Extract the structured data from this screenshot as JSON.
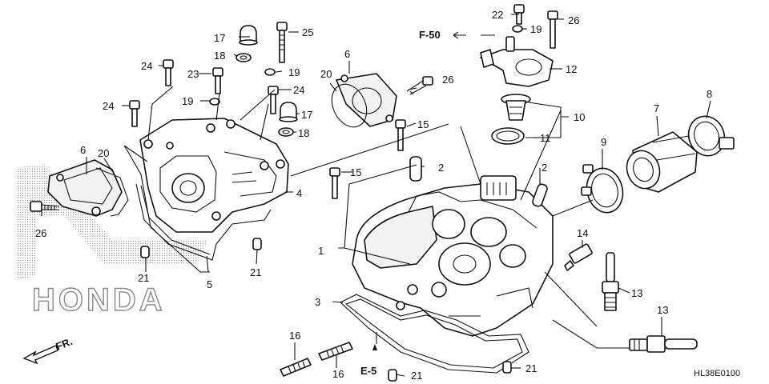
{
  "diagram": {
    "refs": {
      "f50": "F-50",
      "e5": "E-5",
      "front": "FR."
    },
    "drawing_code": "HL38E0100",
    "brand_watermark": "HONDA",
    "callouts": [
      {
        "id": "c1",
        "text": "1"
      },
      {
        "id": "c2a",
        "text": "2"
      },
      {
        "id": "c2b",
        "text": "2"
      },
      {
        "id": "c3",
        "text": "3"
      },
      {
        "id": "c4",
        "text": "4"
      },
      {
        "id": "c5",
        "text": "5"
      },
      {
        "id": "c6a",
        "text": "6"
      },
      {
        "id": "c6b",
        "text": "6"
      },
      {
        "id": "c7",
        "text": "7"
      },
      {
        "id": "c8",
        "text": "8"
      },
      {
        "id": "c9",
        "text": "9"
      },
      {
        "id": "c10",
        "text": "10"
      },
      {
        "id": "c11",
        "text": "11"
      },
      {
        "id": "c12",
        "text": "12"
      },
      {
        "id": "c13a",
        "text": "13"
      },
      {
        "id": "c13b",
        "text": "13"
      },
      {
        "id": "c14",
        "text": "14"
      },
      {
        "id": "c15a",
        "text": "15"
      },
      {
        "id": "c15b",
        "text": "15"
      },
      {
        "id": "c16a",
        "text": "16"
      },
      {
        "id": "c16b",
        "text": "16"
      },
      {
        "id": "c17a",
        "text": "17"
      },
      {
        "id": "c17b",
        "text": "17"
      },
      {
        "id": "c18a",
        "text": "18"
      },
      {
        "id": "c18b",
        "text": "18"
      },
      {
        "id": "c19a",
        "text": "19"
      },
      {
        "id": "c19b",
        "text": "19"
      },
      {
        "id": "c19c",
        "text": "19"
      },
      {
        "id": "c20a",
        "text": "20"
      },
      {
        "id": "c20b",
        "text": "20"
      },
      {
        "id": "c21a",
        "text": "21"
      },
      {
        "id": "c21b",
        "text": "21"
      },
      {
        "id": "c21c",
        "text": "21"
      },
      {
        "id": "c21d",
        "text": "21"
      },
      {
        "id": "c22",
        "text": "22"
      },
      {
        "id": "c23",
        "text": "23"
      },
      {
        "id": "c24a",
        "text": "24"
      },
      {
        "id": "c24b",
        "text": "24"
      },
      {
        "id": "c24c",
        "text": "24"
      },
      {
        "id": "c25",
        "text": "25"
      },
      {
        "id": "c26a",
        "text": "26"
      },
      {
        "id": "c26b",
        "text": "26"
      },
      {
        "id": "c26c",
        "text": "26"
      }
    ]
  }
}
